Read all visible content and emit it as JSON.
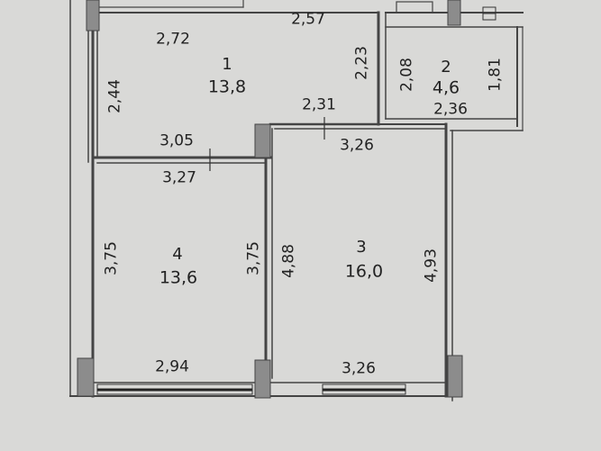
{
  "rooms": [
    {
      "number": "1",
      "area": "13,8"
    },
    {
      "number": "2",
      "area": "4,6"
    },
    {
      "number": "3",
      "area": "16,0"
    },
    {
      "number": "4",
      "area": "13,6"
    }
  ],
  "dimensions": {
    "top_corridor": "2,57",
    "room1_top": "2,72",
    "room1_left": "2,44",
    "room1_right": "2,23",
    "room1_bottom_left": "3,05",
    "room2_left": "2,08",
    "room2_right": "1,81",
    "room2_bottom": "2,36",
    "room3_top_left": "2,31",
    "room3_top": "3,26",
    "room3_left": "4,88",
    "room3_right": "4,93",
    "room3_bottom": "3,26",
    "room4_top": "3,27",
    "room4_left": "3,75",
    "room4_right": "3,75",
    "room4_bottom": "2,94"
  },
  "colors": {
    "paper": "#d9d9d7",
    "wall": "#4a4a4a",
    "column_fill": "#8c8c8c"
  }
}
